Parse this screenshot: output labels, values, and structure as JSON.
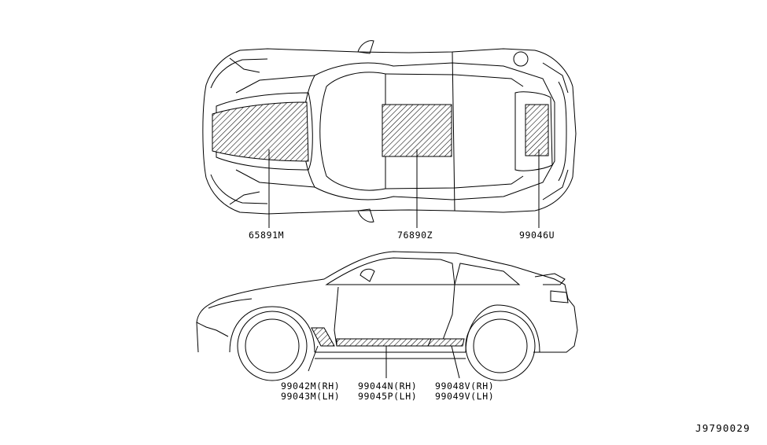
{
  "diagram_id": "J9790029",
  "callouts": {
    "hood": "65891M",
    "roof": "76890Z",
    "trunk": "99046U",
    "front_rh": "99042M(RH)",
    "front_lh": "99043M(LH)",
    "sill_rh": "99044N(RH)",
    "sill_lh": "99045P(LH)",
    "rear_rh": "99048V(RH)",
    "rear_lh": "99049V(LH)"
  }
}
